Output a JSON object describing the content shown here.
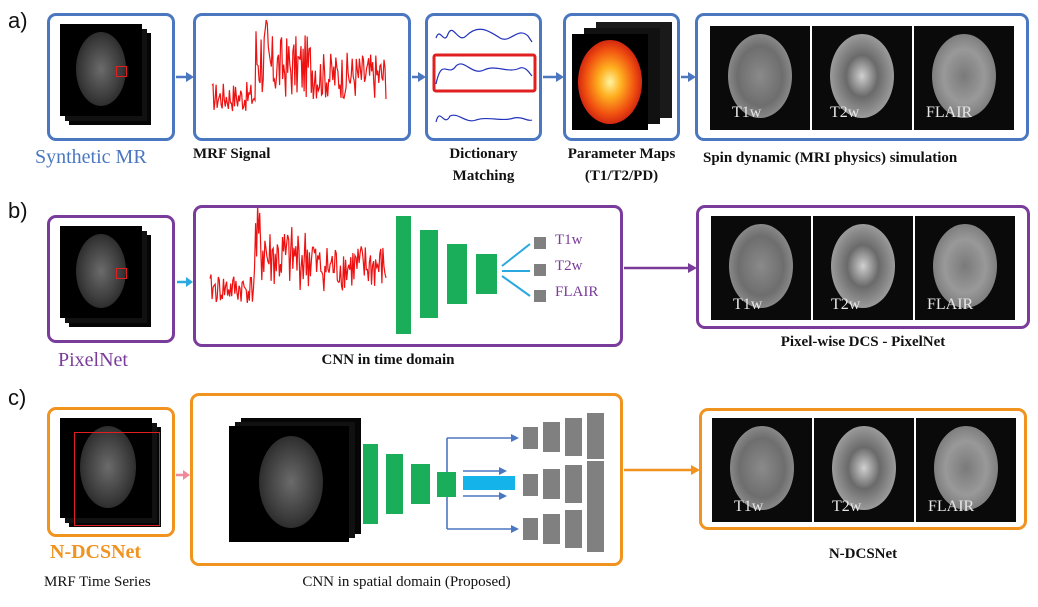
{
  "rows": {
    "a": {
      "letter": "a)",
      "source_label": "Synthetic MR",
      "signal_label": "MRF Signal",
      "dictionary_label_1": "Dictionary",
      "dictionary_label_2": "Matching",
      "maps_label_1": "Parameter Maps",
      "maps_label_2": "(T1/T2/PD)",
      "sim_label": "Spin dynamic (MRI physics) simulation",
      "modalities": [
        "T1w",
        "T2w",
        "FLAIR"
      ]
    },
    "b": {
      "letter": "b)",
      "source_label": "PixelNet",
      "cnn_label": "CNN in time domain",
      "outputs": [
        "T1w",
        "T2w",
        "FLAIR"
      ],
      "result_label": "Pixel-wise DCS - PixelNet",
      "modalities": [
        "T1w",
        "T2w",
        "FLAIR"
      ]
    },
    "c": {
      "letter": "c)",
      "source_label": "N-DCSNet",
      "series_label": "MRF Time Series",
      "cnn_label": "CNN in spatial domain (Proposed)",
      "result_label": "N-DCSNet",
      "modalities": [
        "T1w",
        "T2w",
        "FLAIR"
      ]
    }
  },
  "colors": {
    "row_a": "#4a77c0",
    "row_b": "#7a3c9b",
    "row_c": "#f0931f",
    "signal": "#ee1111",
    "cnn_layer": "#1aae5a",
    "decoder_block": "#808080",
    "bottleneck": "#14b4ea",
    "arrow_blue": "#4a77c0",
    "arrow_cyan": "#2aa8e0",
    "arrow_pink": "#f08a9a"
  }
}
